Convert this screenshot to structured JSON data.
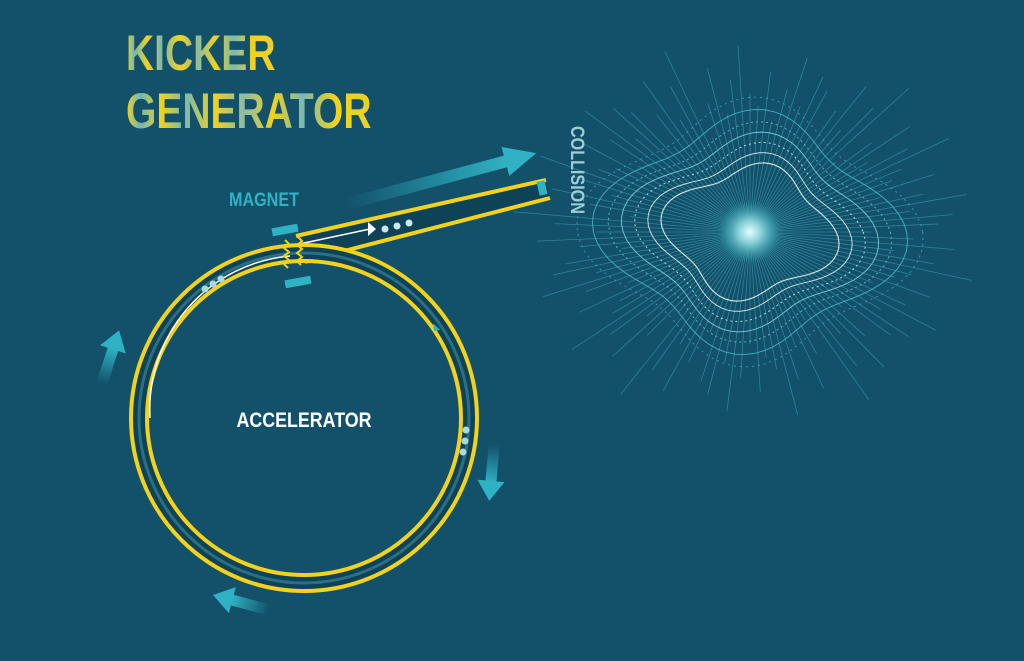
{
  "title": {
    "line1": "KICKER",
    "line2": "GENERATOR"
  },
  "labels": {
    "magnet": "MAGNET",
    "collision": "COLLISION",
    "accelerator": "ACCELERATOR"
  },
  "colors": {
    "background": "#13516a",
    "yellow": "#f2d21c",
    "teal": "#2fb3c4",
    "beam": "#ffffff",
    "dark_band": "#0e4256"
  }
}
